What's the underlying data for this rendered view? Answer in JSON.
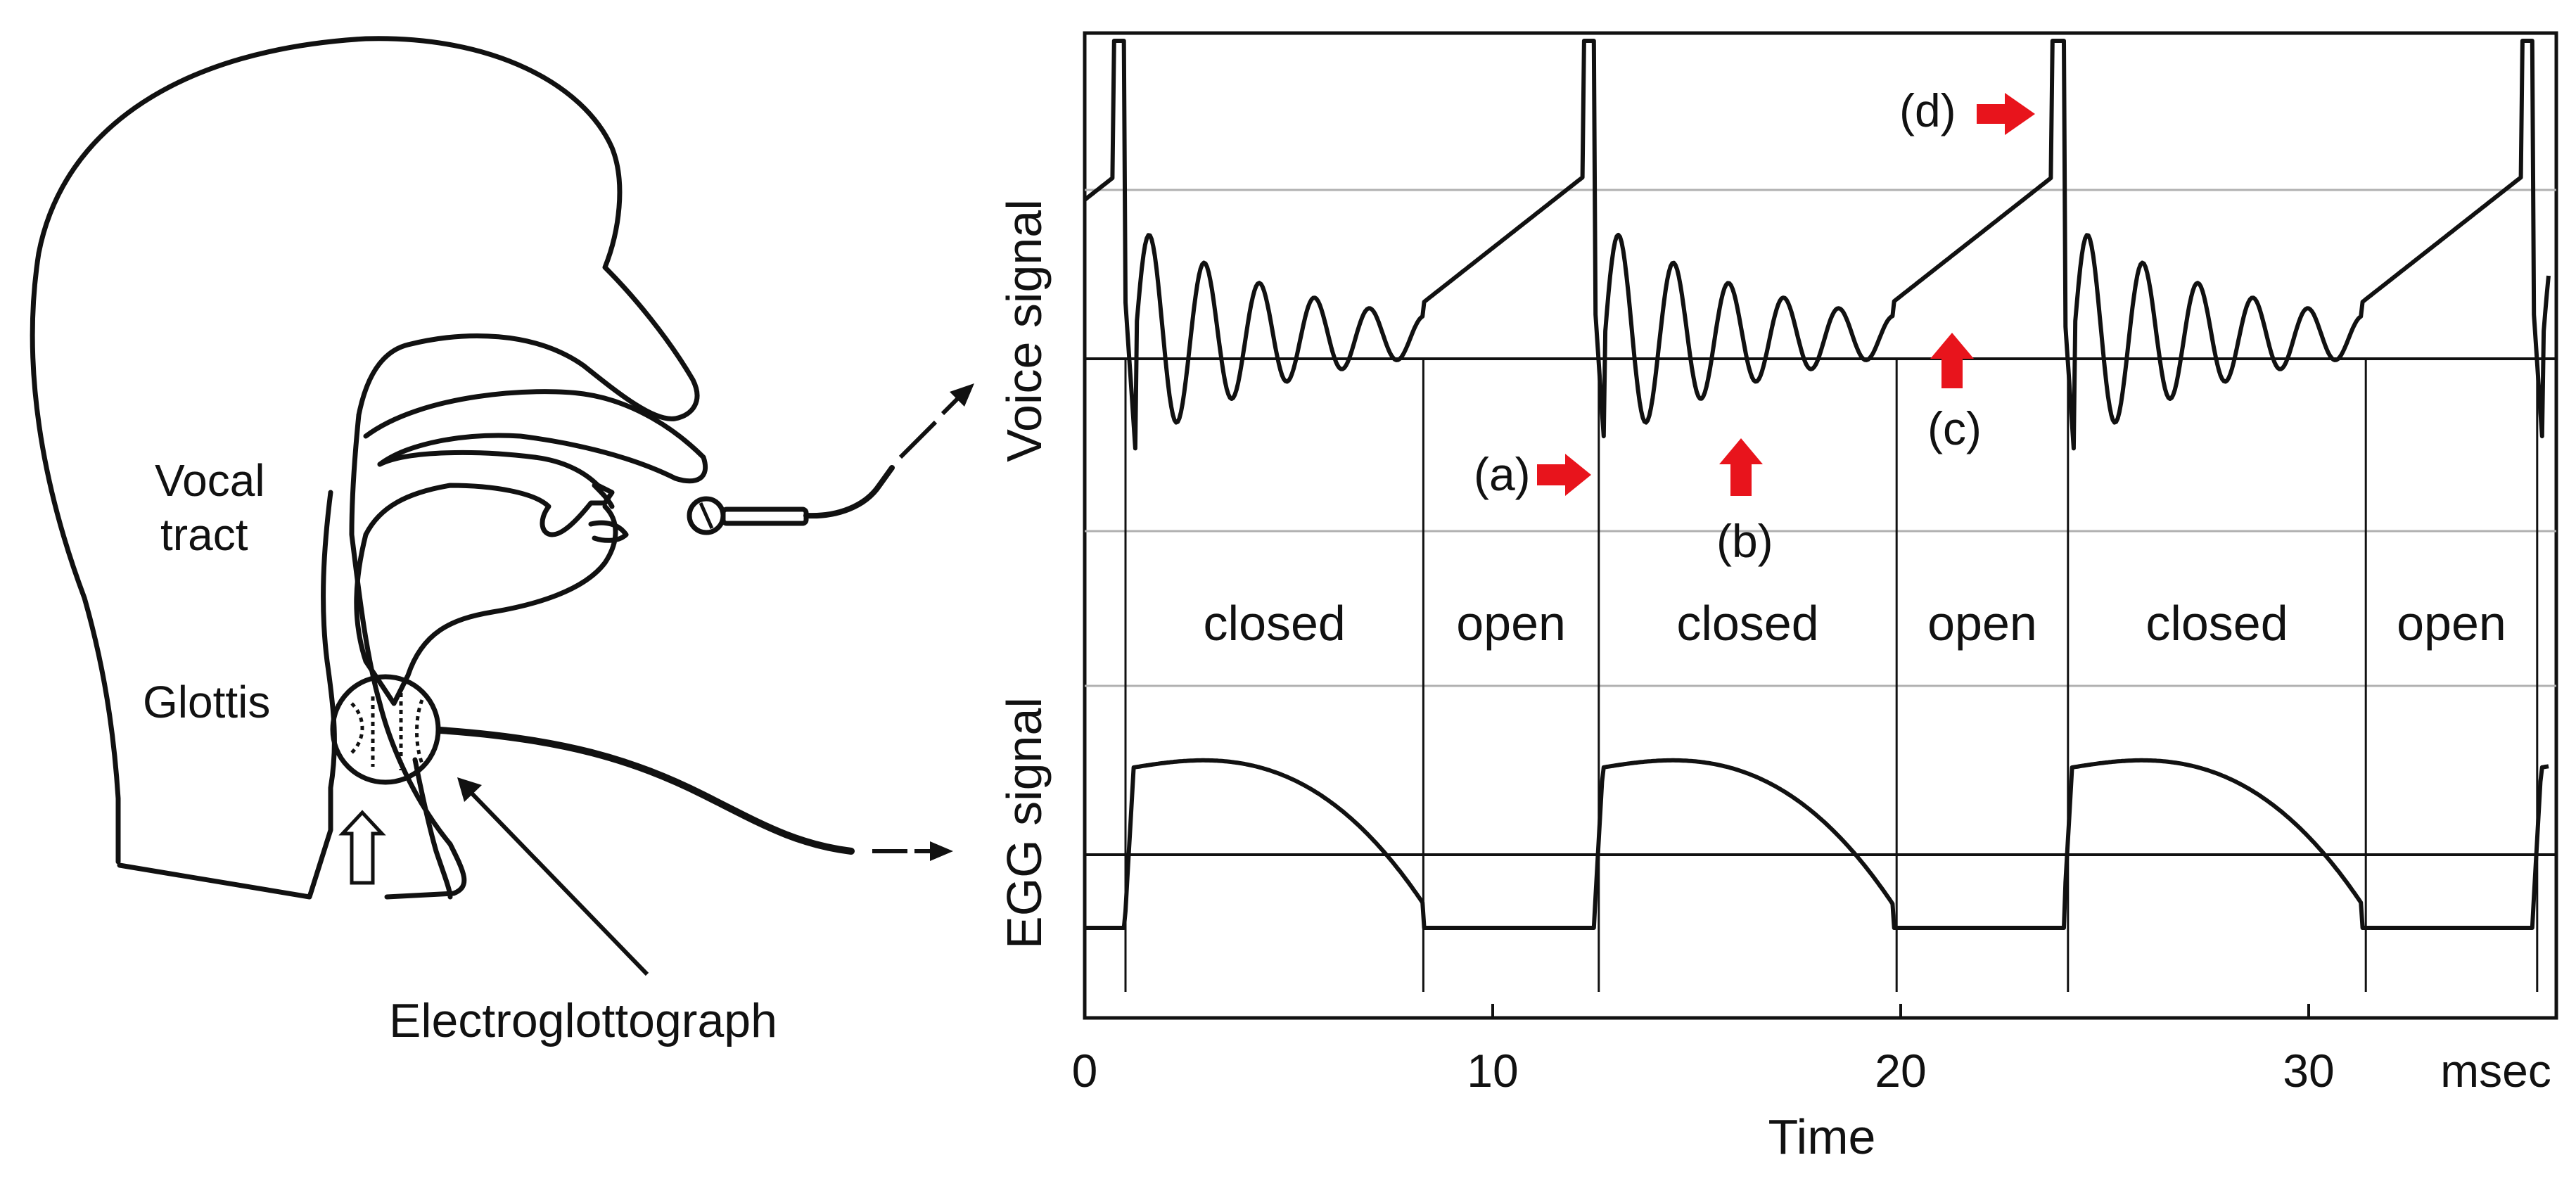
{
  "labels": {
    "vocal_tract_line1": "Vocal",
    "vocal_tract_line2": "tract",
    "glottis": "Glottis",
    "electroglottograph": "Electroglottograph",
    "voice_signal": "Voice signal",
    "egg_signal": "EGG signal",
    "time": "Time",
    "unit": "msec"
  },
  "phases": [
    {
      "label": "closed"
    },
    {
      "label": "open"
    },
    {
      "label": "closed"
    },
    {
      "label": "open"
    },
    {
      "label": "closed"
    },
    {
      "label": "open"
    }
  ],
  "markers": {
    "a": "(a)",
    "b": "(b)",
    "c": "(c)",
    "d": "(d)"
  },
  "colors": {
    "arrow": "#e8141c",
    "line": "#111111",
    "grid": "#b0b0b0"
  },
  "chart_data": {
    "type": "line",
    "xlabel": "Time",
    "xunit": "msec",
    "xlim": [
      0,
      36
    ],
    "xticks": [
      0,
      10,
      20,
      30
    ],
    "period_msec": 11.5,
    "closure_instants_msec": [
      1.0,
      12.6,
      24.1
    ],
    "opening_instants_msec": [
      8.3,
      19.9,
      31.4
    ],
    "series": [
      {
        "name": "Voice signal"
      },
      {
        "name": "EGG signal"
      }
    ]
  }
}
